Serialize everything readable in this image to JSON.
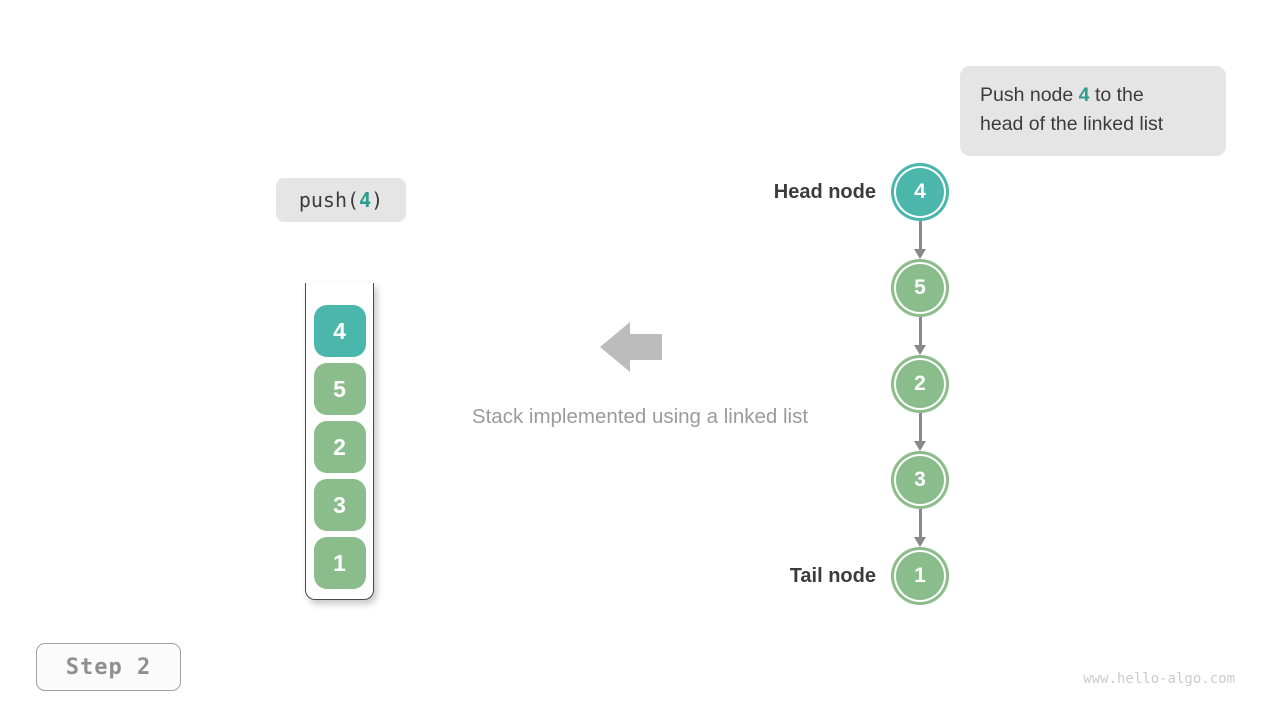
{
  "colors": {
    "teal_text": "#2f9d8e",
    "teal_fill": "#4bb6ac",
    "green_fill": "#8abd8b",
    "gray_arrow": "#8a8a8a",
    "block_arrow": "#bcbcbc",
    "caption_text": "#9b9b9b",
    "dark_text": "#3c3c3c",
    "box_bg": "#e5e5e5",
    "step_text": "#8f8f8f",
    "watermark_text": "#cccccc"
  },
  "callout": {
    "line1_before": "Push node ",
    "line1_highlight": "4",
    "line1_after": " to the",
    "line2": "head of the linked list"
  },
  "operation": {
    "text_before": "push(",
    "highlight": "4",
    "text_after": ")"
  },
  "stack": {
    "values": [
      "4",
      "5",
      "2",
      "3",
      "1"
    ]
  },
  "caption": "Stack implemented using a linked list",
  "linked_list": {
    "head_label": "Head node",
    "tail_label": "Tail node",
    "values": [
      "4",
      "5",
      "2",
      "3",
      "1"
    ]
  },
  "step": {
    "label": "Step 2"
  },
  "watermark": "www.hello-algo.com"
}
